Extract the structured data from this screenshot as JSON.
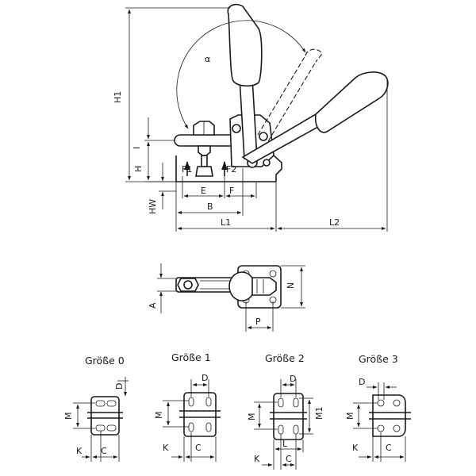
{
  "side_view": {
    "labels": {
      "H1": "H1",
      "I": "I",
      "H": "H",
      "HW": "HW",
      "E": "E",
      "B": "B",
      "F": "F",
      "L1": "L1",
      "L2": "L2",
      "F1": "F1",
      "F2": "F2",
      "alpha": "α"
    }
  },
  "top_view": {
    "labels": {
      "A": "A",
      "N": "N",
      "P": "P"
    }
  },
  "sizes": [
    {
      "title": "Größe 0",
      "labels": {
        "D": "D",
        "M": "M",
        "K": "K",
        "C": "C"
      }
    },
    {
      "title": "Größe 1",
      "labels": {
        "D": "D",
        "M": "M",
        "K": "K",
        "C": "C"
      }
    },
    {
      "title": "Größe 2",
      "labels": {
        "D": "D",
        "M": "M",
        "M1": "M1",
        "L": "L",
        "K": "K",
        "C": "C"
      }
    },
    {
      "title": "Größe 3",
      "labels": {
        "D": "D",
        "M": "M",
        "K": "K",
        "C": "C"
      }
    }
  ]
}
